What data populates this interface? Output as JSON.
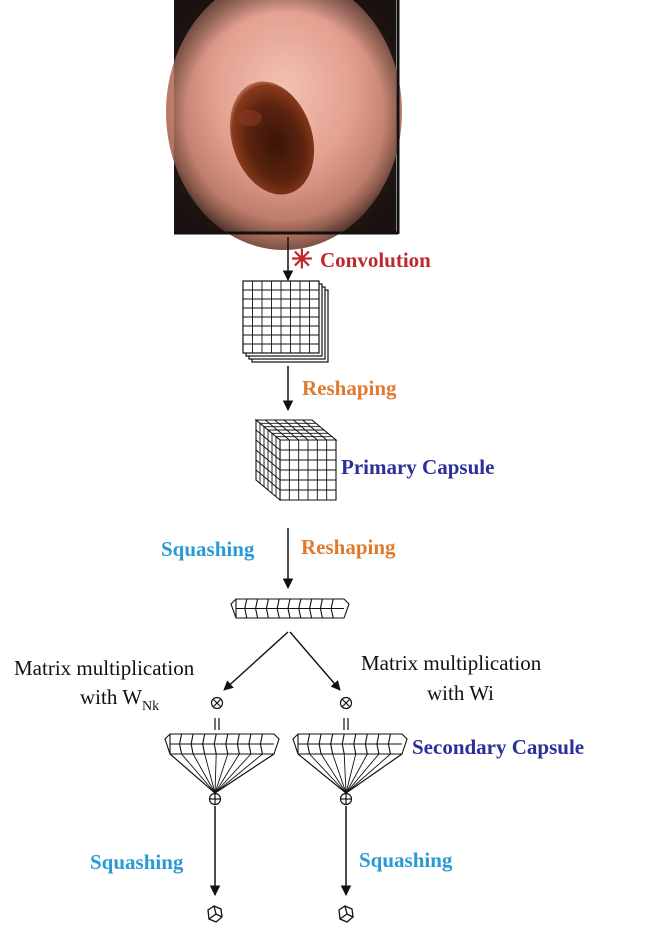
{
  "labels": {
    "convolution": "Convolution",
    "reshaping_1": "Reshaping",
    "primary_capsule": "Primary Capsule",
    "squashing_1": "Squashing",
    "reshaping_2": "Reshaping",
    "matrix_left_line1": "Matrix multiplication",
    "matrix_left_line2": "with W",
    "matrix_left_sub": "Nk",
    "matrix_right_line1": "Matrix multiplication",
    "matrix_right_line2": "with Wi",
    "secondary_capsule": "Secondary Capsule",
    "squashing_left": "Squashing",
    "squashing_right": "Squashing"
  },
  "symbols": {
    "convolution": "✳",
    "multiply": "⊗",
    "sum": "⊕",
    "equals": "="
  },
  "colors": {
    "convolution": "#c0272d",
    "reshaping": "#e07a2e",
    "capsule": "#2a2f9a",
    "squashing": "#2a9ad6"
  }
}
